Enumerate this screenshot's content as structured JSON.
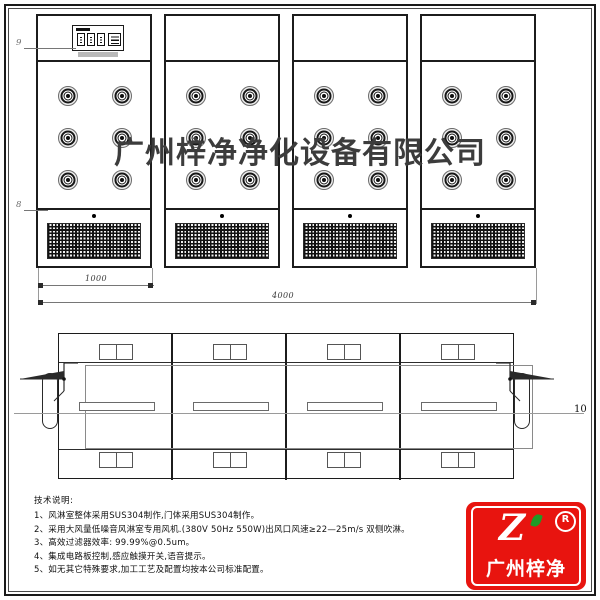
{
  "drawing": {
    "title_watermark": "广州梓净净化设备有限公司",
    "elevation": {
      "module_count": 4,
      "nozzles_per_module": 6,
      "control_panel": {
        "switch_count": 3,
        "display_count": 1
      }
    },
    "dimensions": {
      "module_width": "1000",
      "overall_width": "4000"
    },
    "callouts": {
      "top_left": "9",
      "bottom_left": "8",
      "plan_right": "10"
    },
    "plan": {
      "module_count": 4
    }
  },
  "notes": {
    "title": "技术说明:",
    "items": [
      "1、风淋室整体采用SUS304制作,门体采用SUS304制作。",
      "2、采用大风量低噪音风淋室专用风机.(380V 50Hz 550W)出风口风速≥22—25m/s 双侧吹淋。",
      "3、高效过滤器效率: 99.99%@0.5um。",
      "4、集成电路板控制,感应触摸开关,语音提示。",
      "5、如无其它特殊要求,加工工艺及配置均按本公司标准配置。"
    ]
  },
  "logo": {
    "mark": "Z",
    "registered": "R",
    "company_short": "广州梓净"
  }
}
